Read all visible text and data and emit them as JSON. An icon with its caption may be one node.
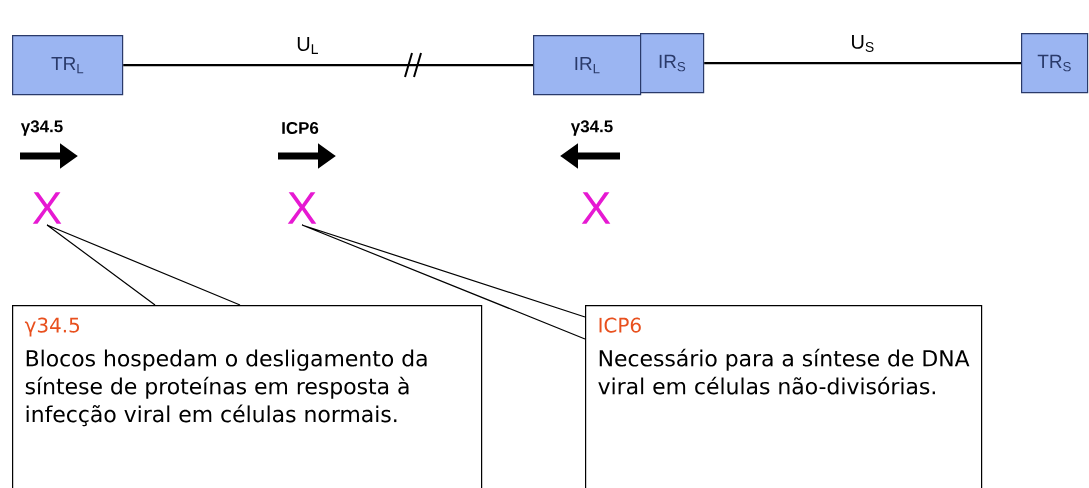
{
  "diagram": {
    "nodes": [
      {
        "text": [
          "TR$_{L}$"
        ]
      },
      {
        "text": [
          "IR$_{L}$"
        ]
      },
      {
        "text": [
          "IR$_{S}$"
        ]
      },
      {
        "text": [
          "TR$_{S}$"
        ]
      },
      {
        "text": [
          "X"
        ]
      },
      {
        "text": [
          "X"
        ]
      },
      {
        "text": [
          "X"
        ]
      },
      {
        "text": [
          "γ34.5",
          "Blocos hospedam o desligamento da síntese de proteínas em resposta à infecção viral em células normais."
        ]
      },
      {
        "text": [
          "ICP6",
          "Necessário para a síntese de DNA viral em células não-divisórias."
        ]
      }
    ],
    "edges": [
      {
        "from": 0,
        "to": 1,
        "arrow": "none",
        "label": "U$_{L}$"
      },
      {
        "from": 2,
        "to": 3,
        "arrow": "none",
        "label": "U$_{S}$"
      },
      {
        "from": 7,
        "to": 4,
        "arrow": "none"
      },
      {
        "from": 8,
        "to": 5,
        "arrow": "none"
      }
    ],
    "labels": [
      "γ34.5",
      "ICP6",
      "γ34.5"
    ]
  }
}
